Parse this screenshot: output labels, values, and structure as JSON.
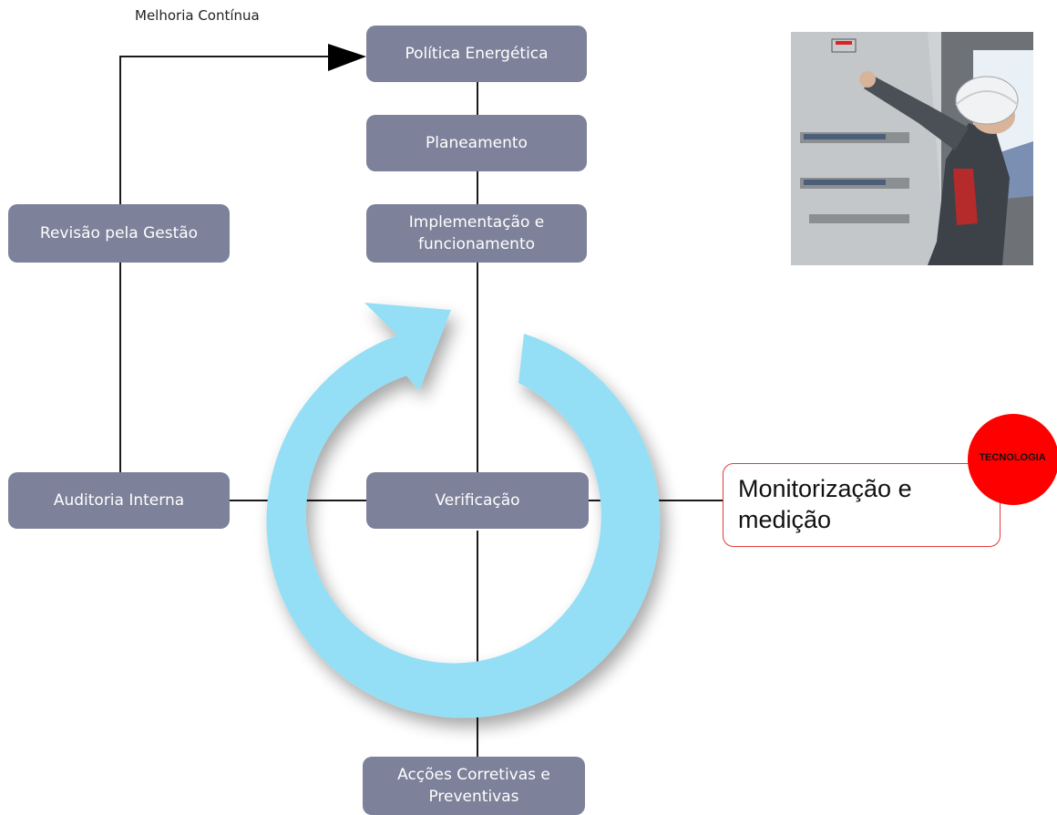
{
  "diagram": {
    "cycle_label": "Melhoria Contínua",
    "boxes": {
      "politica": "Política Energética",
      "planeamento": "Planeamento",
      "implementacao": "Implementação e\nfuncionamento",
      "revisao": "Revisão pela Gestão",
      "auditoria": "Auditoria Interna",
      "verificacao": "Verificação",
      "accoes": "Acções Corretivas e\nPreventivas"
    },
    "callout": {
      "text": "Monitorização e\nmedição",
      "badge": "TECNOLOGIA"
    }
  },
  "colors": {
    "box_fill": "#7d8199",
    "cycle_arrow": "#94dff5",
    "connector": "#1a1a1a",
    "callout_border": "#e43a3a",
    "badge": "#ff0000"
  },
  "icons": {
    "photo": "technician-inspecting-electrical-panel-photo",
    "arrowhead": "arrowhead-icon"
  }
}
